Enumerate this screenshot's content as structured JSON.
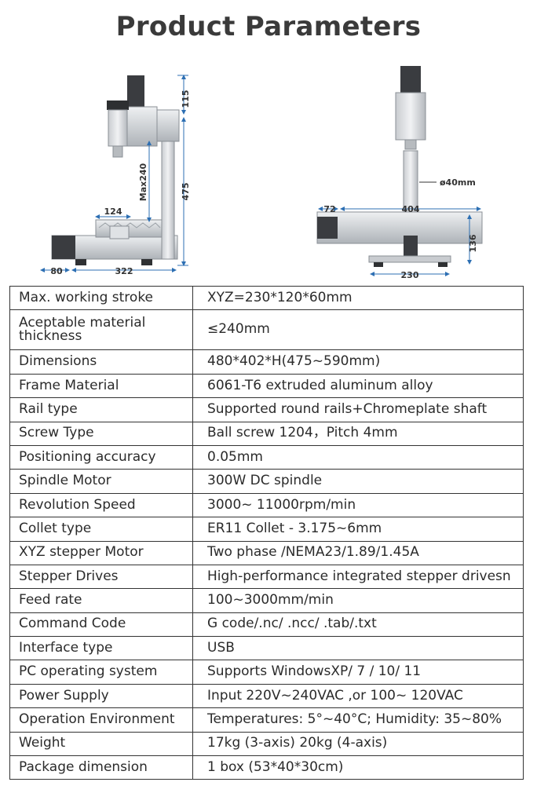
{
  "title": "Product Parameters",
  "drawing_left": {
    "dims": {
      "top_height": "115",
      "total_height": "475",
      "max_travel": "Max240",
      "table_width": "124",
      "foot_offset": "80",
      "base_length": "322"
    }
  },
  "drawing_right": {
    "dims": {
      "column_diameter": "ø40mm",
      "left_offset": "72",
      "overall_width": "404",
      "side_height": "136",
      "base_width": "230"
    }
  },
  "params": [
    {
      "label": "Max. working stroke",
      "value": "XYZ=230*120*60mm"
    },
    {
      "label": "Aceptable material thickness",
      "value": "≤240mm"
    },
    {
      "label": "Dimensions",
      "value": "480*402*H(475~590mm)"
    },
    {
      "label": "Frame Material",
      "value": "6061-T6 extruded aluminum alloy"
    },
    {
      "label": "Rail type",
      "value": "Supported round rails+Chromeplate shaft"
    },
    {
      "label": "Screw Type",
      "value": "Ball screw 1204，Pitch 4mm"
    },
    {
      "label": "Positioning accuracy",
      "value": "0.05mm"
    },
    {
      "label": "Spindle Motor",
      "value": "300W DC spindle"
    },
    {
      "label": "Revolution Speed",
      "value": "3000~ 11000rpm/min"
    },
    {
      "label": "Collet type",
      "value": "ER11 Collet - 3.175~6mm"
    },
    {
      "label": "XYZ stepper Motor",
      "value": "Two phase /NEMA23/1.89/1.45A"
    },
    {
      "label": "Stepper Drives",
      "value": "High-performance integrated stepper drivesn"
    },
    {
      "label": "Feed rate",
      "value": "100~3000mm/min"
    },
    {
      "label": "Command Code",
      "value": "G code/.nc/ .ncc/ .tab/.txt"
    },
    {
      "label": "Interface type",
      "value": "USB"
    },
    {
      "label": "PC operating system",
      "value": "Supports WindowsXP/ 7 / 10/ 11"
    },
    {
      "label": "Power Supply",
      "value": "Input 220V~240VAC ,or 100~ 120VAC"
    },
    {
      "label": "Operation Environment",
      "value": "Temperatures: 5°~40°C; Humidity: 35~80%"
    },
    {
      "label": "Weight",
      "value": "17kg (3-axis)  20kg (4-axis)"
    },
    {
      "label": "Package dimension",
      "value": "1 box (53*40*30cm)"
    }
  ]
}
